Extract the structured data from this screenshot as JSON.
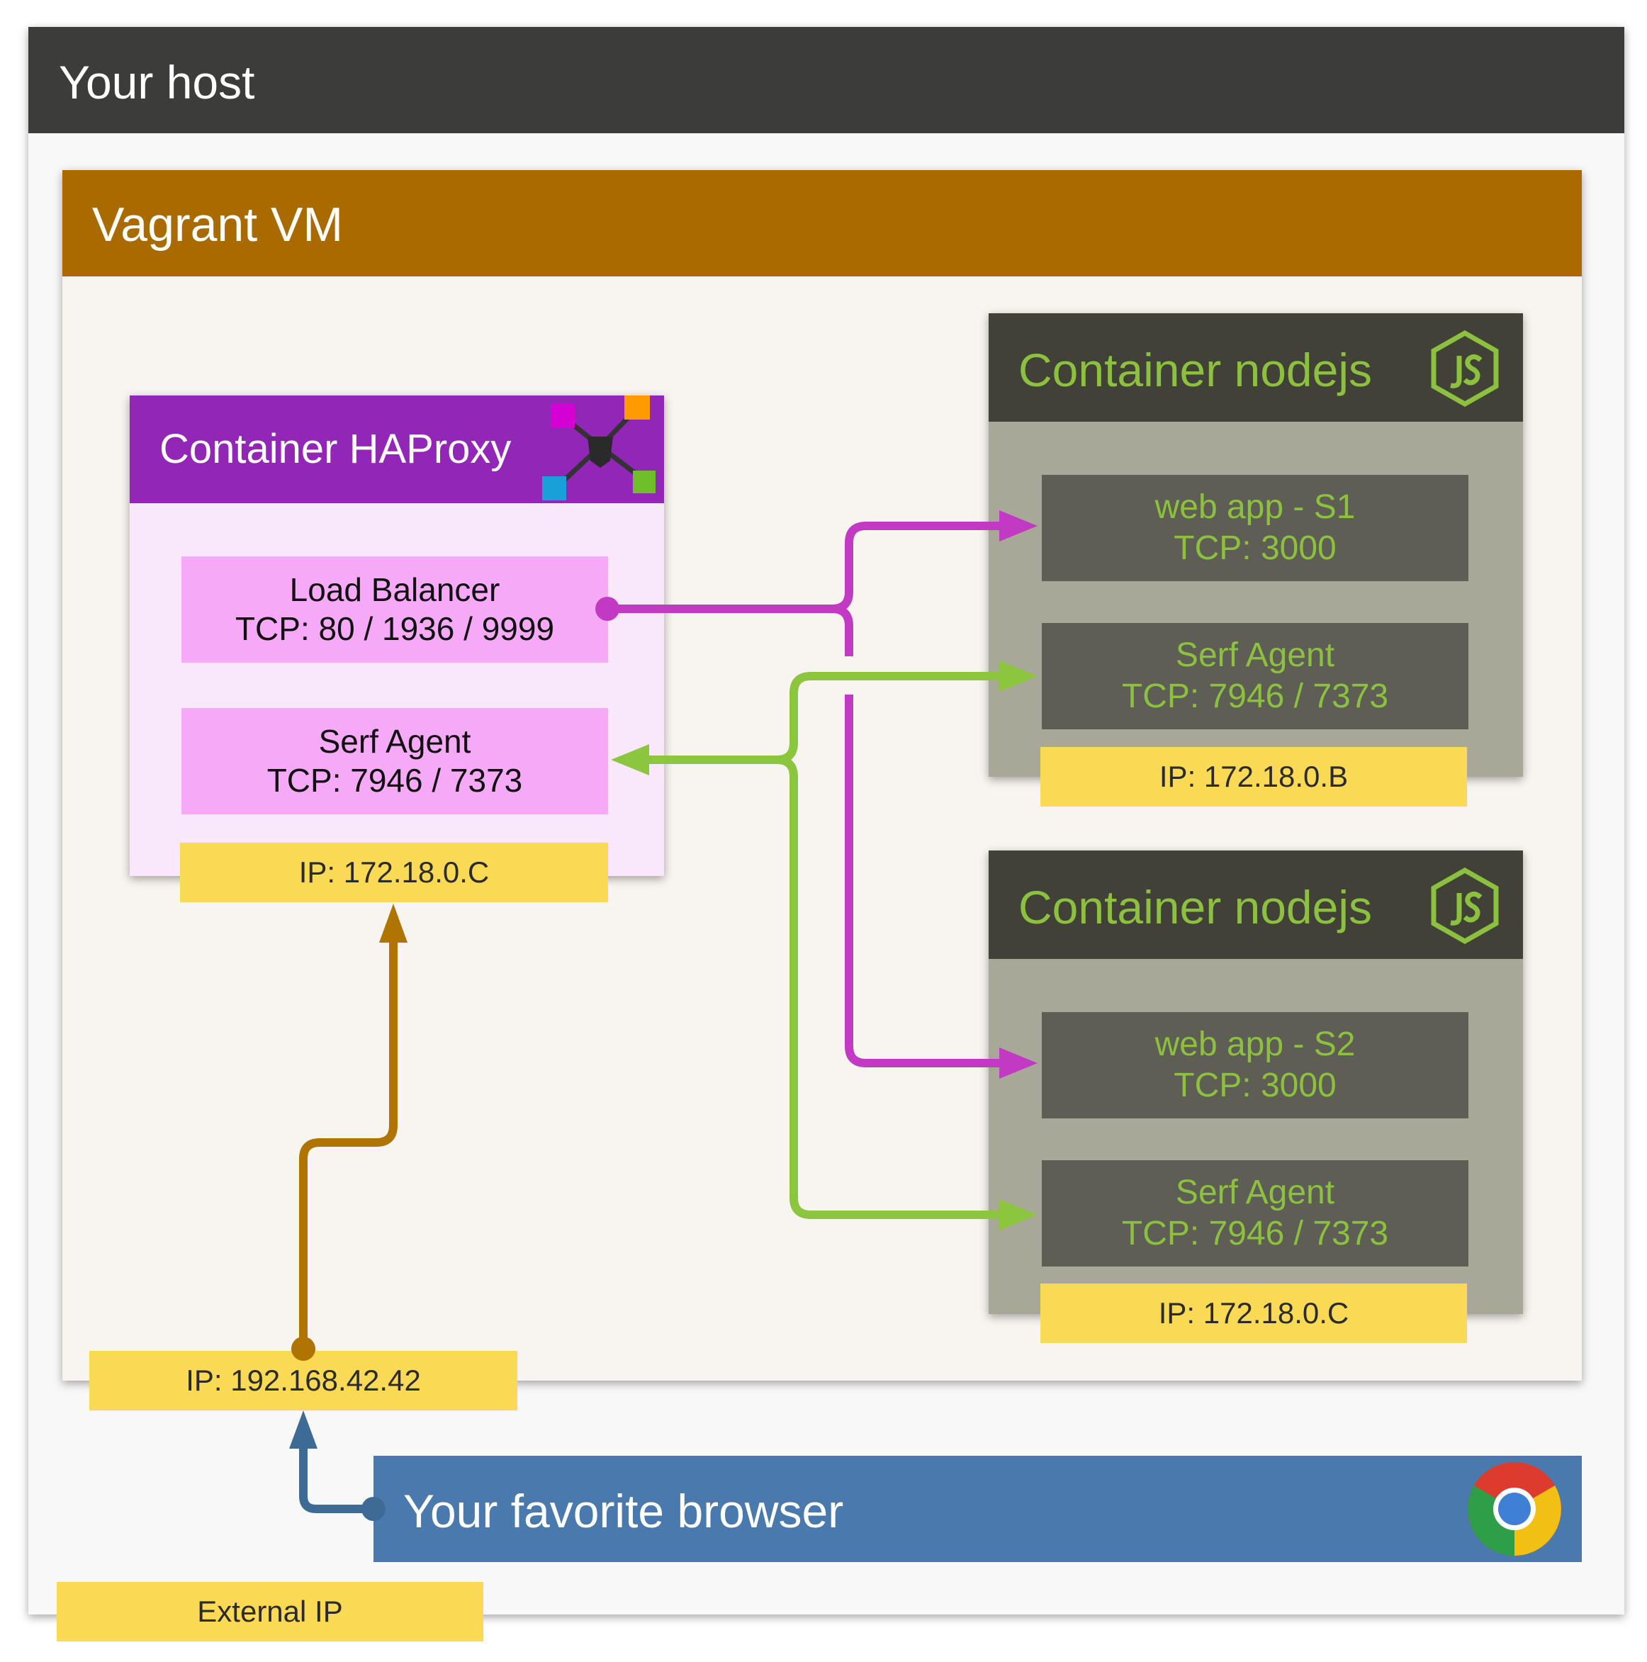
{
  "host": {
    "title": "Your host"
  },
  "vm": {
    "title": "Vagrant VM",
    "ip": "IP: 192.168.42.42"
  },
  "haproxy": {
    "title": "Container HAProxy",
    "icon": "haproxy-network-icon",
    "load_balancer": {
      "line1": "Load Balancer",
      "line2": "TCP: 80 / 1936 / 9999"
    },
    "serf_agent": {
      "line1": "Serf Agent",
      "line2": "TCP: 7946 / 7373"
    },
    "ip": "IP: 172.18.0.C"
  },
  "nodejs_1": {
    "title": "Container nodejs",
    "icon": "nodejs-icon",
    "webapp": {
      "line1": "web app - S1",
      "line2": "TCP: 3000"
    },
    "serf_agent": {
      "line1": "Serf Agent",
      "line2": "TCP: 7946 / 7373"
    },
    "ip": "IP: 172.18.0.B"
  },
  "nodejs_2": {
    "title": "Container nodejs",
    "icon": "nodejs-icon",
    "webapp": {
      "line1": "web app - S2",
      "line2": "TCP: 3000"
    },
    "serf_agent": {
      "line1": "Serf Agent",
      "line2": "TCP: 7946 / 7373"
    },
    "ip": "IP: 172.18.0.C"
  },
  "browser": {
    "title": "Your favorite browser",
    "icon": "chrome-icon"
  },
  "external_ip": "External IP",
  "colors": {
    "host_header": "#3c3c3b",
    "vm_header": "#a96b00",
    "haproxy_header": "#9226b7",
    "nodejs_header": "#424138",
    "nodejs_green": "#8cc13f",
    "lb_magenta": "#c23ac4",
    "serf_green": "#8cc63f",
    "ip_yellow": "#fad955",
    "browser_blue": "#4a7aad",
    "arrow_brown": "#b07400",
    "arrow_blue": "#3d6b95"
  }
}
